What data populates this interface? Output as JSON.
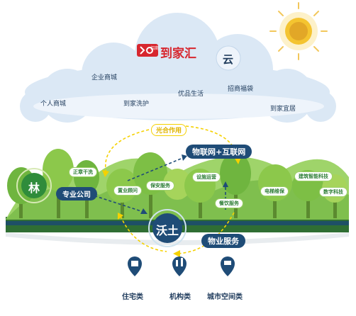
{
  "brand": {
    "logo_mark": ">O",
    "logo_sub": "招商",
    "name": "到家汇"
  },
  "cloud": {
    "title": "云",
    "items": [
      "企业商城",
      "个人商城",
      "到家洗护",
      "优品生活",
      "招商福袋",
      "到家宜居"
    ]
  },
  "cycle_label": "光合作用",
  "iot_label": "物联网+互联网",
  "forest": {
    "title": "林",
    "company_label": "专业公司",
    "services": [
      "正章干洗",
      "置业顾问",
      "保安服务",
      "设施运营",
      "餐饮服务",
      "电梯维保",
      "建筑智能科技",
      "数字科技"
    ]
  },
  "soil": {
    "title": "沃土",
    "service_label": "物业服务"
  },
  "bottom": [
    "住宅类",
    "机构类",
    "城市空间类"
  ],
  "colors": {
    "navy": "#1f4c77",
    "cloud": "#dbe8f5",
    "ground": "#4b8a3a",
    "yellow": "#f5d100",
    "brand_red": "#d7262e",
    "sun": "#f4c430"
  }
}
